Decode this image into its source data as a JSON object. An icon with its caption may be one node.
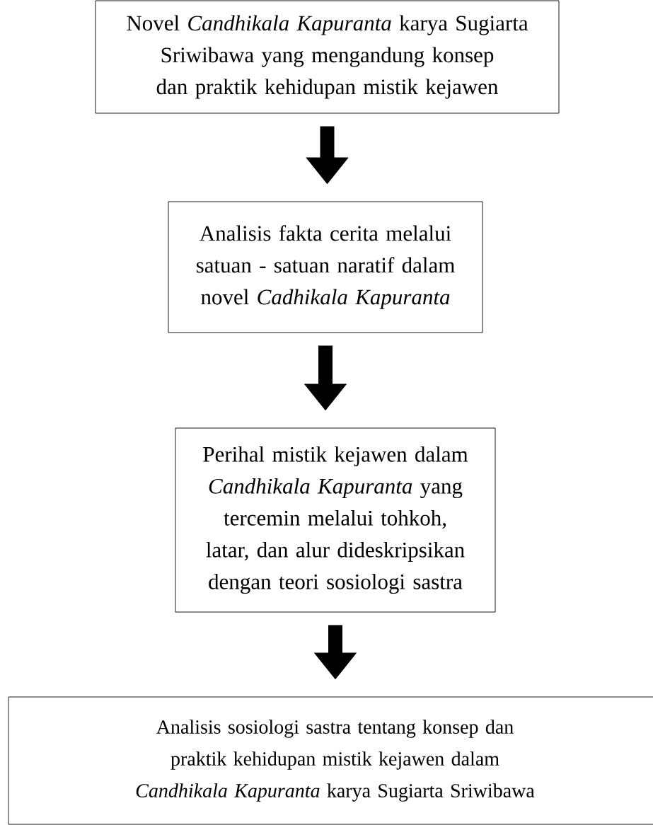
{
  "diagram": {
    "nodes": [
      {
        "text": [
          "Novel *Candhikala Kapuranta* karya Sugiarta Sriwibawa yang mengandung konsep dan praktik kehidupan mistik kejawen"
        ]
      },
      {
        "text": [
          "Analisis fakta cerita melalui satuan - satuan naratif dalam novel *Cadhikala Kapuranta*"
        ]
      },
      {
        "text": [
          "Perihal mistik kejawen dalam *Candhikala Kapuranta* yang tercemin melalui tohkoh, latar, dan alur dideskripsikan dengan teori sosiologi sastra"
        ]
      },
      {
        "text": [
          "Analisis sosiologi sastra tentang konsep dan praktik kehidupan mistik kejawen dalam *Candhikala Kapuranta* karya Sugiarta Sriwibawa"
        ]
      }
    ],
    "edges": [
      {
        "from": 0,
        "to": 1,
        "arrow": "to"
      },
      {
        "from": 1,
        "to": 2,
        "arrow": "to"
      },
      {
        "from": 2,
        "to": 3,
        "arrow": "to"
      }
    ]
  }
}
